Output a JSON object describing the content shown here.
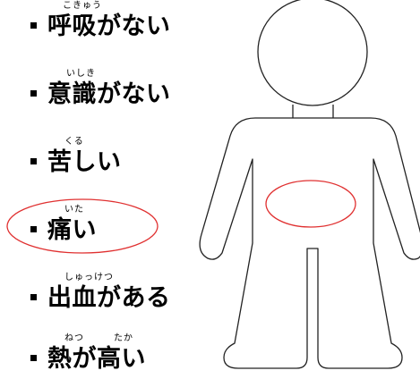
{
  "symptoms": [
    {
      "ruby": "こきゅう",
      "label": "呼吸がない"
    },
    {
      "ruby": "いしき",
      "label": "意識がない"
    },
    {
      "ruby": "くる",
      "label": "苦しい"
    },
    {
      "ruby": "いた",
      "label": "痛い",
      "highlighted": true
    },
    {
      "ruby": "しゅっけつ",
      "label": "出血がある"
    },
    {
      "ruby": "ねつ　　　たか",
      "label": "熱が高い"
    }
  ],
  "colors": {
    "highlight": "#e03030",
    "outline": "#222222"
  },
  "icons": {
    "bullet": "square-bullet",
    "figure": "human-body-outline",
    "marker": "abdomen-highlight-ellipse"
  }
}
